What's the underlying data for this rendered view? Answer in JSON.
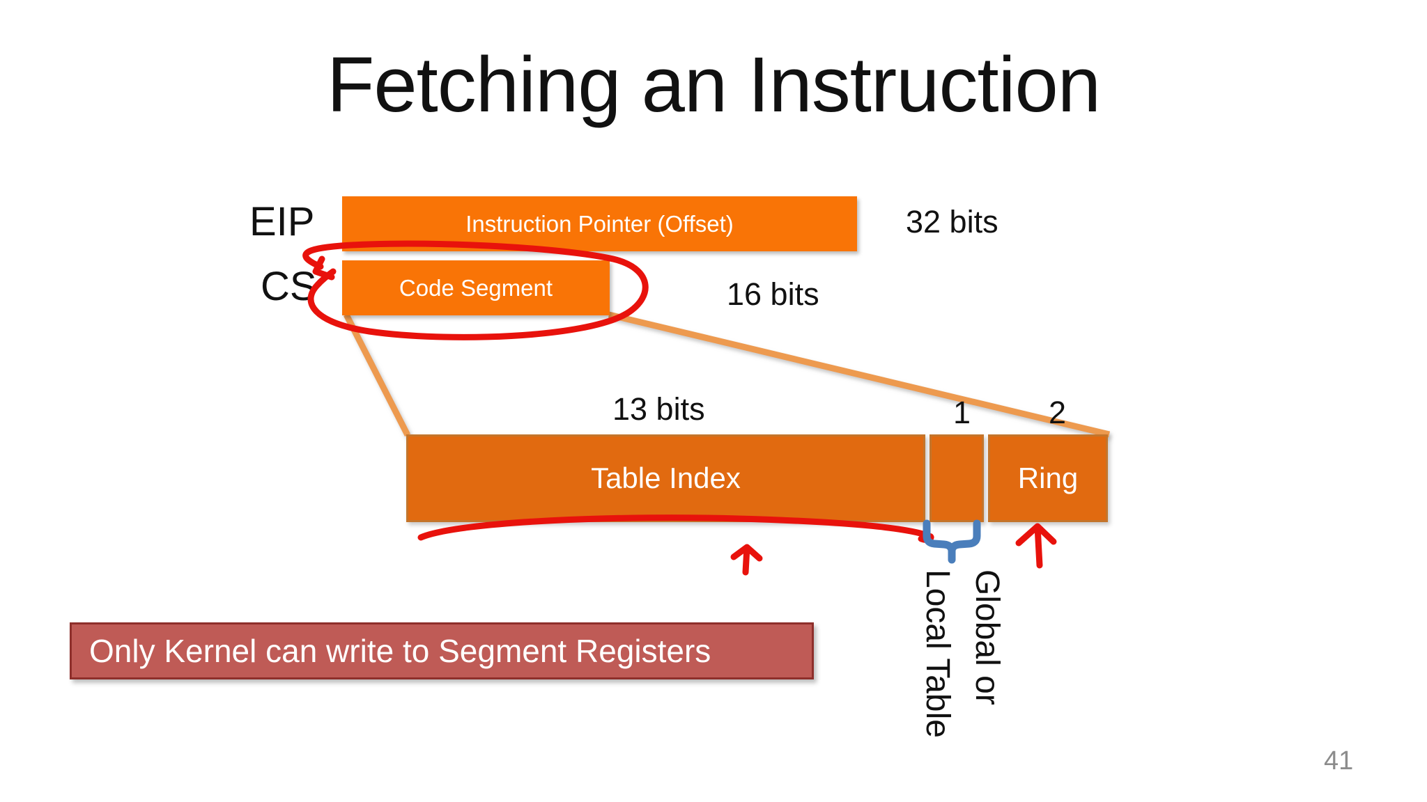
{
  "slide": {
    "title": "Fetching an Instruction",
    "page_number": "41",
    "background_color": "#FFFFFF"
  },
  "registers": [
    {
      "label": "EIP",
      "bar_text": "Instruction Pointer (Offset)",
      "width_label": "32 bits",
      "color": "#F97406"
    },
    {
      "label": "CS",
      "bar_text": "Code Segment",
      "width_label": "16 bits",
      "color": "#F97406"
    }
  ],
  "descriptor": {
    "fields": [
      {
        "name": "Table Index",
        "bits_label": "13 bits"
      },
      {
        "name": "",
        "bits_label": "1"
      },
      {
        "name": "Ring",
        "bits_label": "2"
      }
    ],
    "color": "#E16A10",
    "border_color": "#C4752B"
  },
  "vertical_captions": {
    "local_table": "Local Table",
    "global_or": "Global or"
  },
  "callout": {
    "text": "Only Kernel can write to Segment Registers",
    "fill_color": "#BF5B56",
    "border_color": "#8E2F2B",
    "text_color": "#FFFFFF"
  },
  "annotations": {
    "ink_color": "#E8120C",
    "brace_color": "#4A7EBB",
    "connector_color": "#ED9A4F",
    "marks": [
      "red-ellipse-around-cs-register",
      "red-underline-under-table-index",
      "red-arrow-to-table-index",
      "red-arrow-to-ring",
      "blue-brace-under-global-local-bit"
    ]
  }
}
